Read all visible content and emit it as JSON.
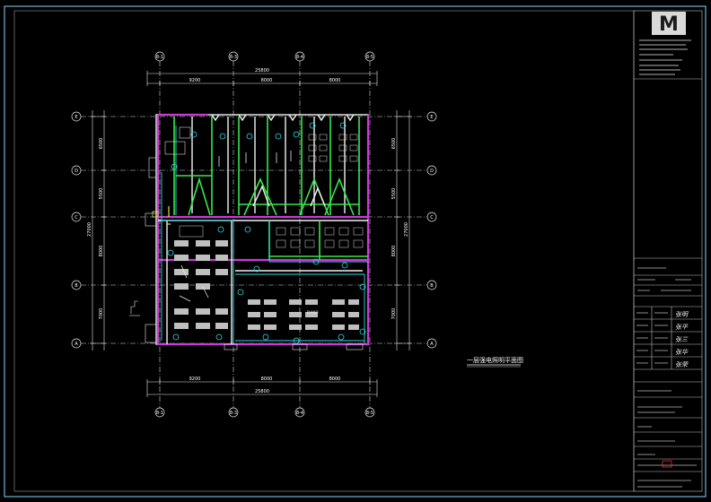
{
  "drawing": {
    "title": "一层强电照明平面图",
    "colors": {
      "background": "#000000",
      "frame": "#7fd8ff",
      "wall_magenta": "#c93ad6",
      "wall_white": "#f2f2f2",
      "wall_green": "#37e84a",
      "fixture_cyan": "#2fd8e6",
      "accent_yellow": "#e8e23a"
    },
    "axes_top": [
      "8-1",
      "8-3",
      "8-4",
      "8-5"
    ],
    "axes_bottom": [
      "8-1",
      "8-3",
      "8-4",
      "8-5"
    ],
    "axes_left": [
      "E",
      "D",
      "C",
      "B",
      "A"
    ],
    "axes_right": [
      "E",
      "D",
      "C",
      "B",
      "A"
    ],
    "dims_top": {
      "total": "25800",
      "seg1": "9200",
      "seg2": "8000",
      "seg3": "8000"
    },
    "dims_bottom": {
      "total": "25800",
      "seg1": "9200",
      "seg2": "8000",
      "seg3": "8000"
    },
    "dims_left": {
      "total": "27000",
      "seg1": "6500",
      "seg2": "5500",
      "seg3": "8000",
      "seg4": "7000"
    },
    "dims_right": {
      "total": "27000",
      "seg1": "6500",
      "seg2": "5500",
      "seg3": "8000",
      "seg4": "7000"
    },
    "room_labels": [
      "PIANO"
    ]
  },
  "title_block": {
    "logo_letter": "M",
    "signatures": [
      "张明",
      "张平",
      "张三",
      "张华",
      "张荣"
    ]
  }
}
